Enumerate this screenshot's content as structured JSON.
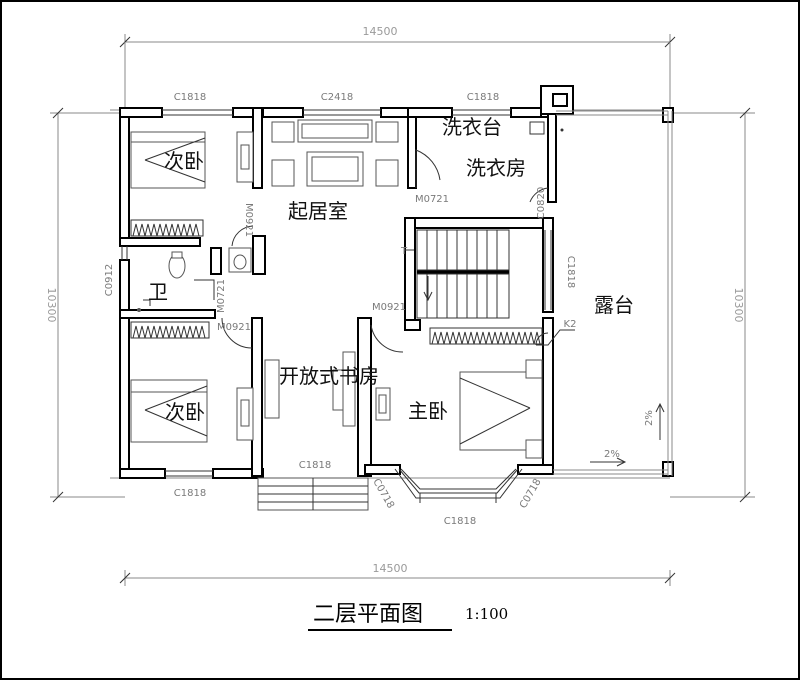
{
  "drawing": {
    "title": "二层平面图",
    "scale": "1:100"
  },
  "dimensions": {
    "top_total": "14500",
    "bottom_total": "14500",
    "left_total": "10300",
    "right_total": "10300"
  },
  "rooms": {
    "bedroom_north": "次卧",
    "living_room": "起居室",
    "laundry_counter": "洗衣台",
    "laundry_room": "洗衣房",
    "bathroom": "卫",
    "terrace": "露台",
    "bedroom_south": "次卧",
    "study": "开放式书房",
    "master_bedroom": "主卧"
  },
  "openings": {
    "win_top_left": "C1818",
    "win_top_mid": "C2418",
    "win_top_right": "C1818",
    "door_laundry": "M0721",
    "win_laundry_side": "C0820",
    "door_bed_north": "M0921",
    "win_bath": "C0912",
    "door_bath": "M0721",
    "door_bed_south": "M0921",
    "door_master": "M0921",
    "win_stair": "C1818",
    "ac_unit": "K2",
    "win_bottom_left": "C1818",
    "win_bottom_mid": "C1818",
    "win_bay_left": "C0718",
    "win_bay_bottom": "C1818",
    "win_bay_right": "C0718"
  },
  "slope": {
    "vertical": "2%",
    "horizontal": "2%"
  },
  "stair_marker": "T"
}
